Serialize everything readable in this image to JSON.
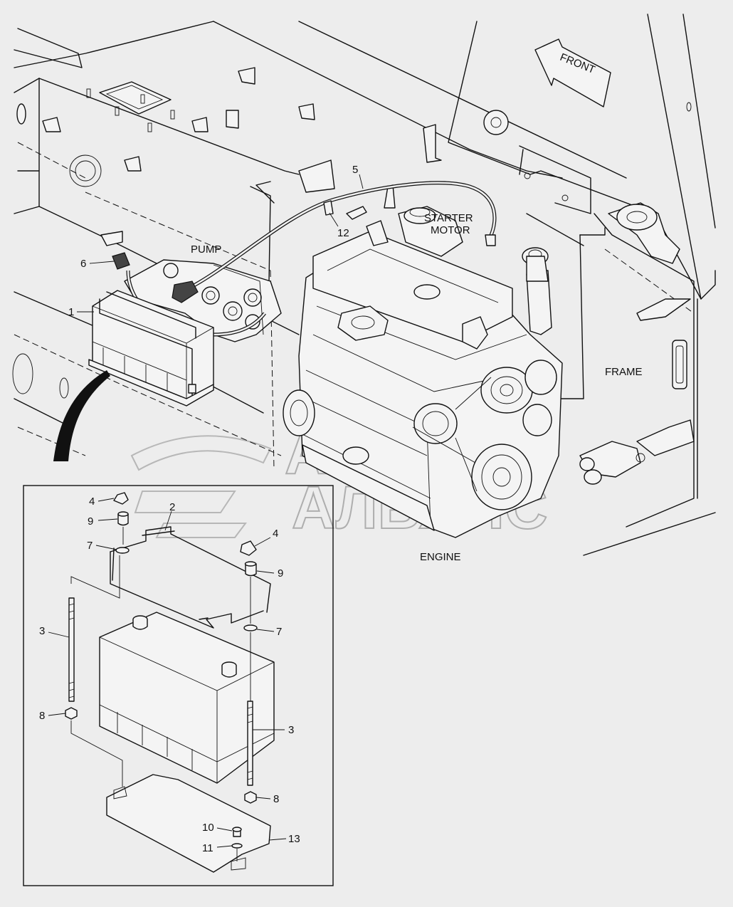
{
  "labels": {
    "front": "FRONT",
    "pump": "PUMP",
    "starter_line1": "STARTER",
    "starter_line2": "MOTOR",
    "frame": "FRAME",
    "engine": "ENGINE"
  },
  "watermark": {
    "line1": "АВТО",
    "line2": "АЛЬЯНС"
  },
  "callouts": {
    "c1": "1",
    "c2": "2",
    "c3a": "3",
    "c3b": "3",
    "c4a": "4",
    "c4b": "4",
    "c5": "5",
    "c6": "6",
    "c7a": "7",
    "c7b": "7",
    "c8a": "8",
    "c8b": "8",
    "c9a": "9",
    "c9b": "9",
    "c10": "10",
    "c11": "11",
    "c12": "12",
    "c13": "13"
  }
}
